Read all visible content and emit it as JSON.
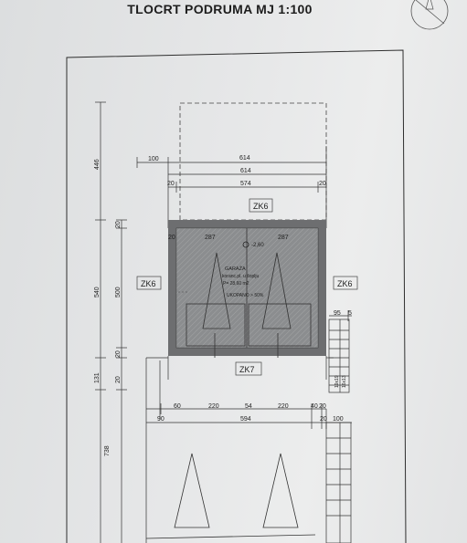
{
  "title": "TLOCRT PODRUMA  MJ 1:100",
  "colors": {
    "line": "#2a2a2a",
    "wall": "#6d6e70",
    "hatch": "#8c8d8f"
  },
  "dimensions": {
    "top_row1": [
      "100",
      "614"
    ],
    "top_row2": [
      "614"
    ],
    "top_row3": [
      "20",
      "574",
      "20"
    ],
    "inner_top": [
      "20",
      "287",
      "287"
    ],
    "elevation": "-2,60",
    "bottom_row1": [
      "60",
      "220",
      "54",
      "220",
      "40",
      "20"
    ],
    "bottom_row2": [
      "90",
      "594",
      "20",
      "100"
    ],
    "left_vertical": [
      "446",
      "20",
      "540",
      "500",
      "20",
      "131",
      "20",
      "738"
    ],
    "stair_top": [
      "95",
      "5"
    ],
    "stair_side": [
      "19x19",
      "16x13"
    ]
  },
  "labels": {
    "zk_top": "ZK6",
    "zk_left": "ZK6",
    "zk_right": "ZK6",
    "zk_bottom": "ZK7"
  },
  "room": {
    "name": "GARAŽA",
    "line1": "koranc.pl. u šoplju",
    "line2": "P= 28,60 m2",
    "line3": "UKOPANO > 50%"
  }
}
